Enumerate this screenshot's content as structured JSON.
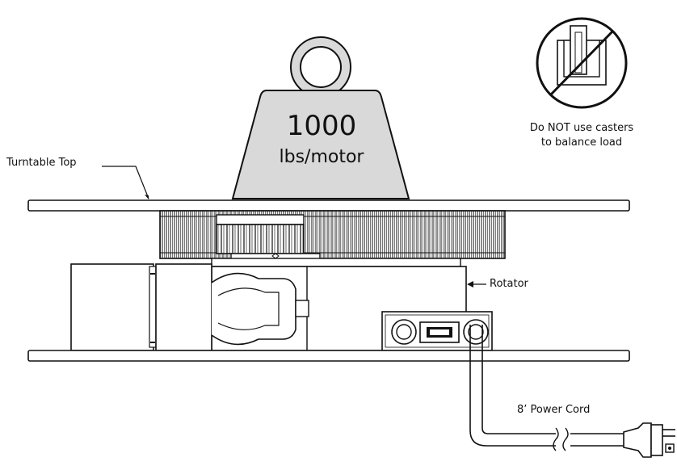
{
  "weight": {
    "value": "1000",
    "unit": "lbs/motor"
  },
  "labels": {
    "turntable_top": "Turntable Top",
    "rotator": "Rotator",
    "power_cord": "8’ Power Cord"
  },
  "warning": {
    "line1": "Do NOT use casters",
    "line2": "to balance load",
    "icon": "no-casters-icon"
  },
  "colors": {
    "line": "#111111",
    "weight_fill": "#d9d9d9",
    "background": "#ffffff"
  }
}
